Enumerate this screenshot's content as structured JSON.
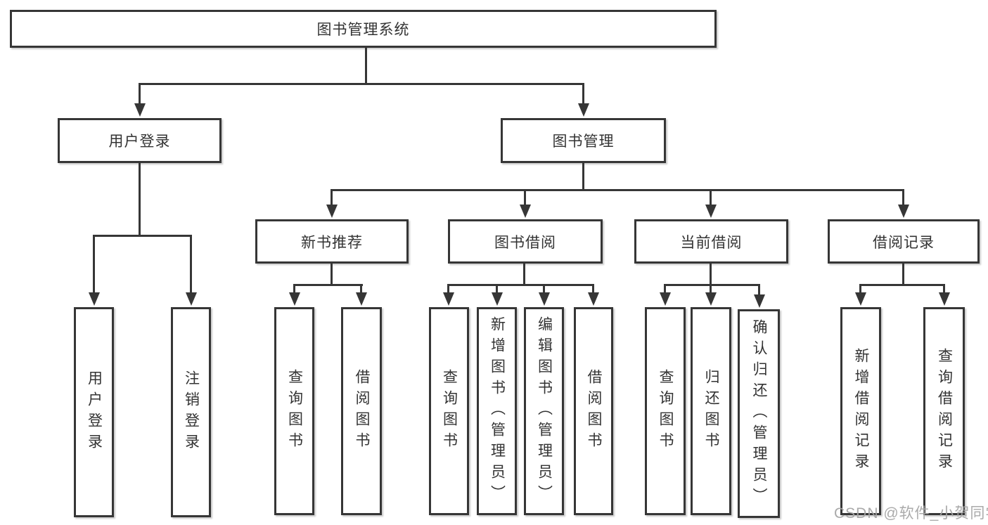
{
  "diagram": {
    "root": {
      "label": "图书管理系统"
    },
    "level2": [
      {
        "label": "用户登录",
        "children": [
          {
            "label": "用户登录"
          },
          {
            "label": "注销登录"
          }
        ]
      },
      {
        "label": "图书管理",
        "children": [
          {
            "label": "新书推荐",
            "children": [
              {
                "label": "查询图书"
              },
              {
                "label": "借阅图书"
              }
            ]
          },
          {
            "label": "图书借阅",
            "children": [
              {
                "label": "查询图书"
              },
              {
                "label": "新增图书（管理员）"
              },
              {
                "label": "编辑图书（管理员）"
              },
              {
                "label": "借阅图书"
              }
            ]
          },
          {
            "label": "当前借阅",
            "children": [
              {
                "label": "查询图书"
              },
              {
                "label": "归还图书"
              },
              {
                "label": "确认归还（管理员）"
              }
            ]
          },
          {
            "label": "借阅记录",
            "children": [
              {
                "label": "新增借阅记录"
              },
              {
                "label": "查询借阅记录"
              }
            ]
          }
        ]
      }
    ]
  },
  "watermark": {
    "text": "CSDN @软件_小贺同学"
  },
  "colors": {
    "line": "#363636",
    "text": "#333333",
    "wm": "#a6a6a6",
    "bg": "#ffffff"
  }
}
